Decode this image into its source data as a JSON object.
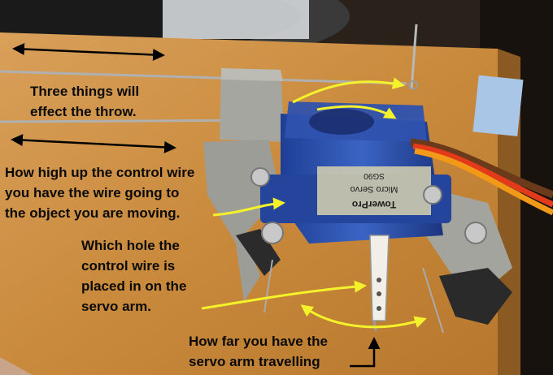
{
  "annotations": {
    "intro": [
      "Three things will",
      "effect the throw."
    ],
    "height": [
      "How high up the control wire",
      "you have the wire going to",
      "the  object you are moving."
    ],
    "hole": [
      "Which hole the",
      "control wire is",
      "placed in on the",
      "servo arm."
    ],
    "travel": [
      "How far you have the",
      "servo arm travelling"
    ]
  },
  "servo_label": {
    "brand": "TowerPro",
    "model": "Micro Servo",
    "part": "SG90"
  },
  "colors": {
    "wood": "#c98a3c",
    "arrow_yellow": "#f4f22a",
    "servo_blue": "#2a4fa8",
    "bracket_grey": "#9e9e98"
  }
}
